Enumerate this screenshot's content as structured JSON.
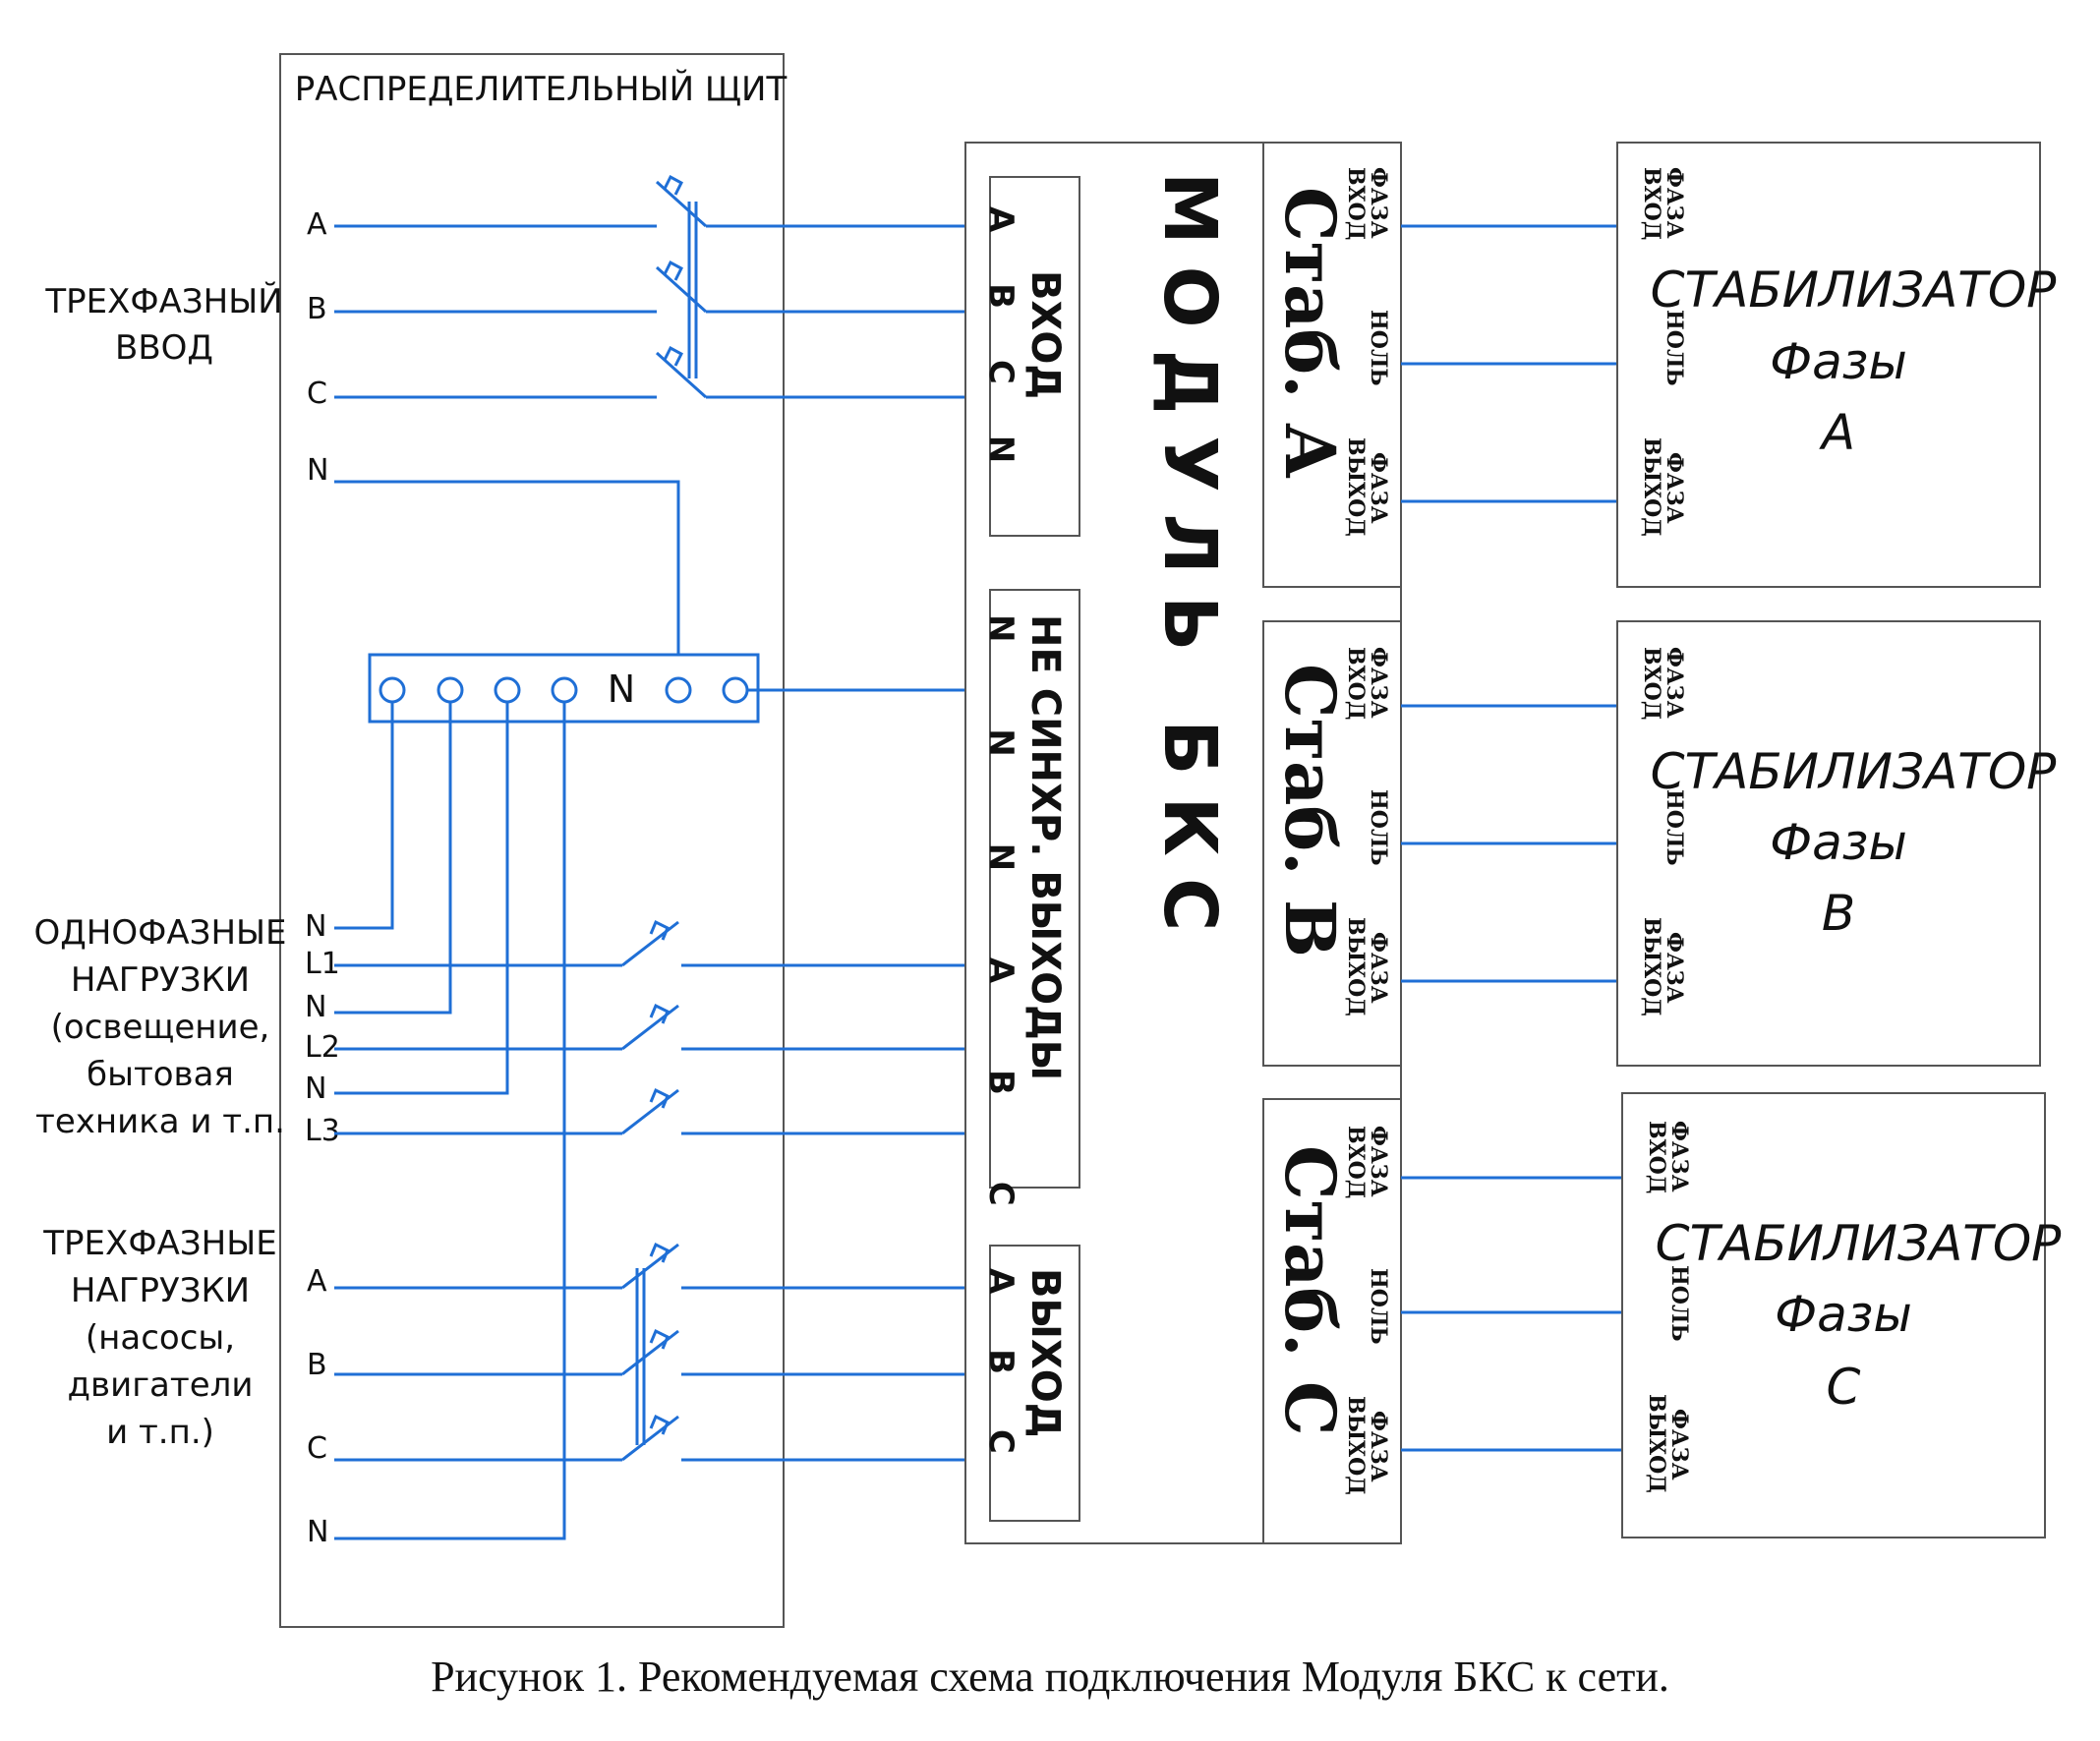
{
  "panel_title": "РАСПРЕДЕЛИТЕЛЬНЫЙ ЩИТ",
  "three_phase_input": [
    "ТРЕХФАЗНЫЙ",
    "ВВОД"
  ],
  "single_phase_loads": [
    "ОДНОФАЗНЫЕ",
    "НАГРУЗКИ",
    "(освещение,",
    "бытовая",
    "техника и т.п."
  ],
  "three_phase_loads": [
    "ТРЕХФАЗНЫЕ",
    "НАГРУЗКИ",
    "(насосы,",
    "двигатели",
    "и т.п.)"
  ],
  "input_lines": [
    "A",
    "B",
    "C",
    "N"
  ],
  "single_lines": [
    "N",
    "L1",
    "N",
    "L2",
    "N",
    "L3"
  ],
  "load_lines": [
    "A",
    "B",
    "C",
    "N"
  ],
  "neutral_bus_label": "N",
  "module": {
    "title": "МОДУЛЬ БКС",
    "input_block": {
      "title": "ВХОД",
      "terms": "A B C N"
    },
    "unsync_block": {
      "title": "НЕ СИНХР. ВЫХОДЫ",
      "terms": "N N N A B C"
    },
    "output_block": {
      "title": "ВЫХОД",
      "terms": "A B C"
    }
  },
  "stab_sections": [
    "Стаб. А",
    "Стаб. В",
    "Стаб. С"
  ],
  "terminal_labels": {
    "phase_in": [
      "ФАЗА",
      "ВХОД"
    ],
    "zero": "НОЛЬ",
    "phase_out": [
      "ФАЗА",
      "ВЫХОД"
    ]
  },
  "stabilizers": [
    {
      "title": "СТАБИЛИЗАТОР",
      "sub": "Фазы",
      "phase": "А"
    },
    {
      "title": "СТАБИЛИЗАТОР",
      "sub": "Фазы",
      "phase": "В"
    },
    {
      "title": "СТАБИЛИЗАТОР",
      "sub": "Фазы",
      "phase": "С"
    }
  ],
  "caption": "Рисунок  1.  Рекомендуемая схема подключения Модуля БКС к сети.",
  "colors": {
    "wire": "#1f6fd6",
    "border": "#555555",
    "text": "#111111"
  }
}
